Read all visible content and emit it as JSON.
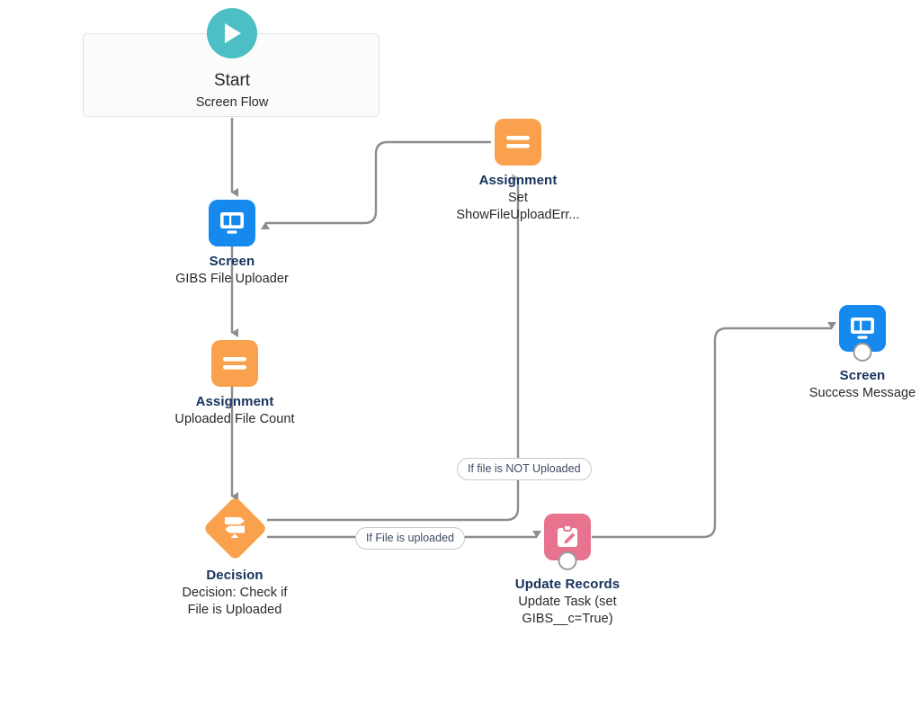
{
  "diagram": {
    "type": "salesforce-flow-builder-canvas",
    "background_color": "#ffffff",
    "connector_color": "#8d8d8d",
    "colors": {
      "start_teal": "#4bbfc3",
      "screen_blue": "#1589ee",
      "assignment_orange": "#f9a14c",
      "decision_orange": "#f9a14c",
      "update_records_pink": "#e8738f",
      "label_navy": "#16325c",
      "pill_text": "#3c4b64"
    }
  },
  "nodes": {
    "start": {
      "icon": "play-icon",
      "title": "Start",
      "subtitle": "Screen Flow"
    },
    "screen_uploader": {
      "icon": "screen-icon",
      "title": "Screen",
      "subtitle": "GIBS File Uploader"
    },
    "assignment_count": {
      "icon": "assignment-equals-icon",
      "title": "Assignment",
      "subtitle": "Uploaded File Count"
    },
    "decision_check": {
      "icon": "decision-signpost-icon",
      "title": "Decision",
      "subtitle_line1": "Decision: Check if",
      "subtitle_line2": "File is Uploaded"
    },
    "assignment_error": {
      "icon": "assignment-equals-icon",
      "title": "Assignment",
      "subtitle_line1": "Set",
      "subtitle_line2": "ShowFileUploadErr..."
    },
    "update_records": {
      "icon": "update-records-clipboard-icon",
      "title": "Update Records",
      "subtitle_line1": "Update Task (set",
      "subtitle_line2": "GIBS__c=True)"
    },
    "screen_success": {
      "icon": "screen-icon",
      "title": "Screen",
      "subtitle": "Success Message"
    }
  },
  "connector_labels": {
    "not_uploaded": "If file is NOT Uploaded",
    "uploaded": "If File is uploaded"
  }
}
